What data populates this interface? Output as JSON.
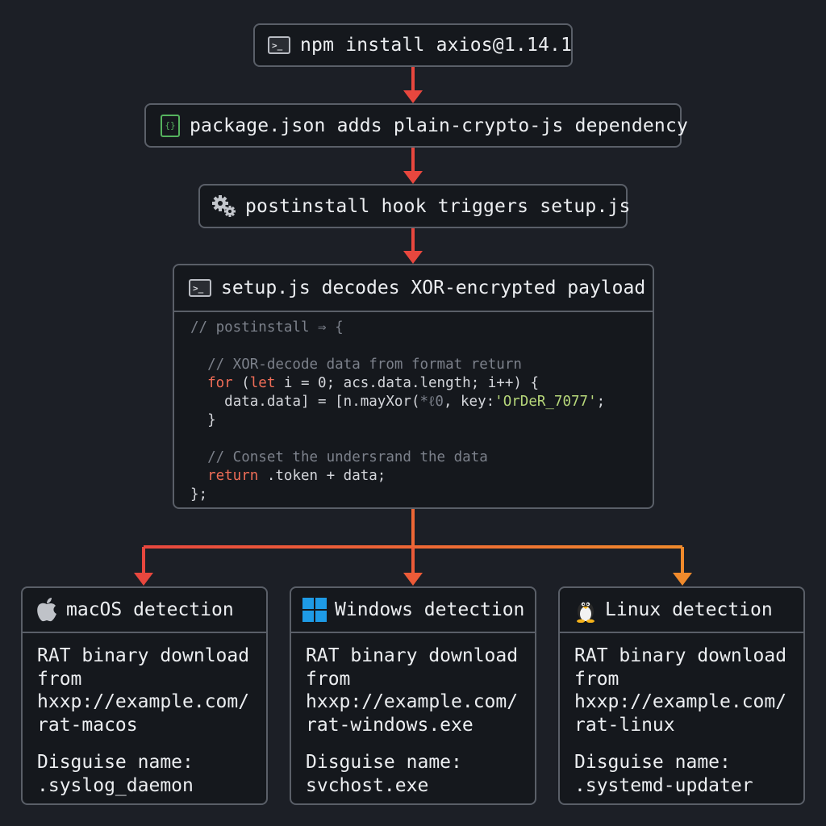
{
  "flow": {
    "step1": "npm install axios@1.14.1",
    "step2": "package.json adds plain-crypto-js dependency",
    "step3": "postinstall hook triggers setup.js",
    "step4": "setup.js decodes XOR-encrypted payload"
  },
  "code": {
    "l1": "// postinstall ⇒ {",
    "l2": "// XOR-decode data from format return",
    "l3_kw1": "for",
    "l3_a": " (",
    "l3_kw2": "let",
    "l3_b": " i = 0; acs.data.length; i++) {",
    "l4_a": "data.data] = [n.mayXor(",
    "l4_b": "*ℓ0",
    "l4_c": ", key:",
    "l4_str": "'OrDeR_7077'",
    "l4_d": ";",
    "l5": "}",
    "l6": "// Conset the undersrand the data",
    "l7_kw": "return",
    "l7_rest": " .token + data;",
    "l8": "};"
  },
  "targets": [
    {
      "title": "macOS detection",
      "lines": [
        "RAT binary download",
        "from",
        "hxxp://example.com/",
        "rat-macos"
      ],
      "disguise_label": "Disguise name:",
      "disguise_value": ".syslog_daemon"
    },
    {
      "title": "Windows detection",
      "lines": [
        "RAT binary download",
        "from",
        "hxxp://example.com/",
        "rat-windows.exe"
      ],
      "disguise_label": "Disguise name:",
      "disguise_value": "svchost.exe"
    },
    {
      "title": "Linux detection",
      "lines": [
        "RAT binary download",
        "from",
        "hxxp://example.com/",
        "rat-linux"
      ],
      "disguise_label": "Disguise name:",
      "disguise_value": ".systemd-updater"
    }
  ],
  "colors": {
    "background": "#1c1f26",
    "arrow_red": "#e8473e",
    "arrow_orange": "#f08a2c",
    "json_green": "#55b25e",
    "windows_blue": "#1e9be6"
  }
}
